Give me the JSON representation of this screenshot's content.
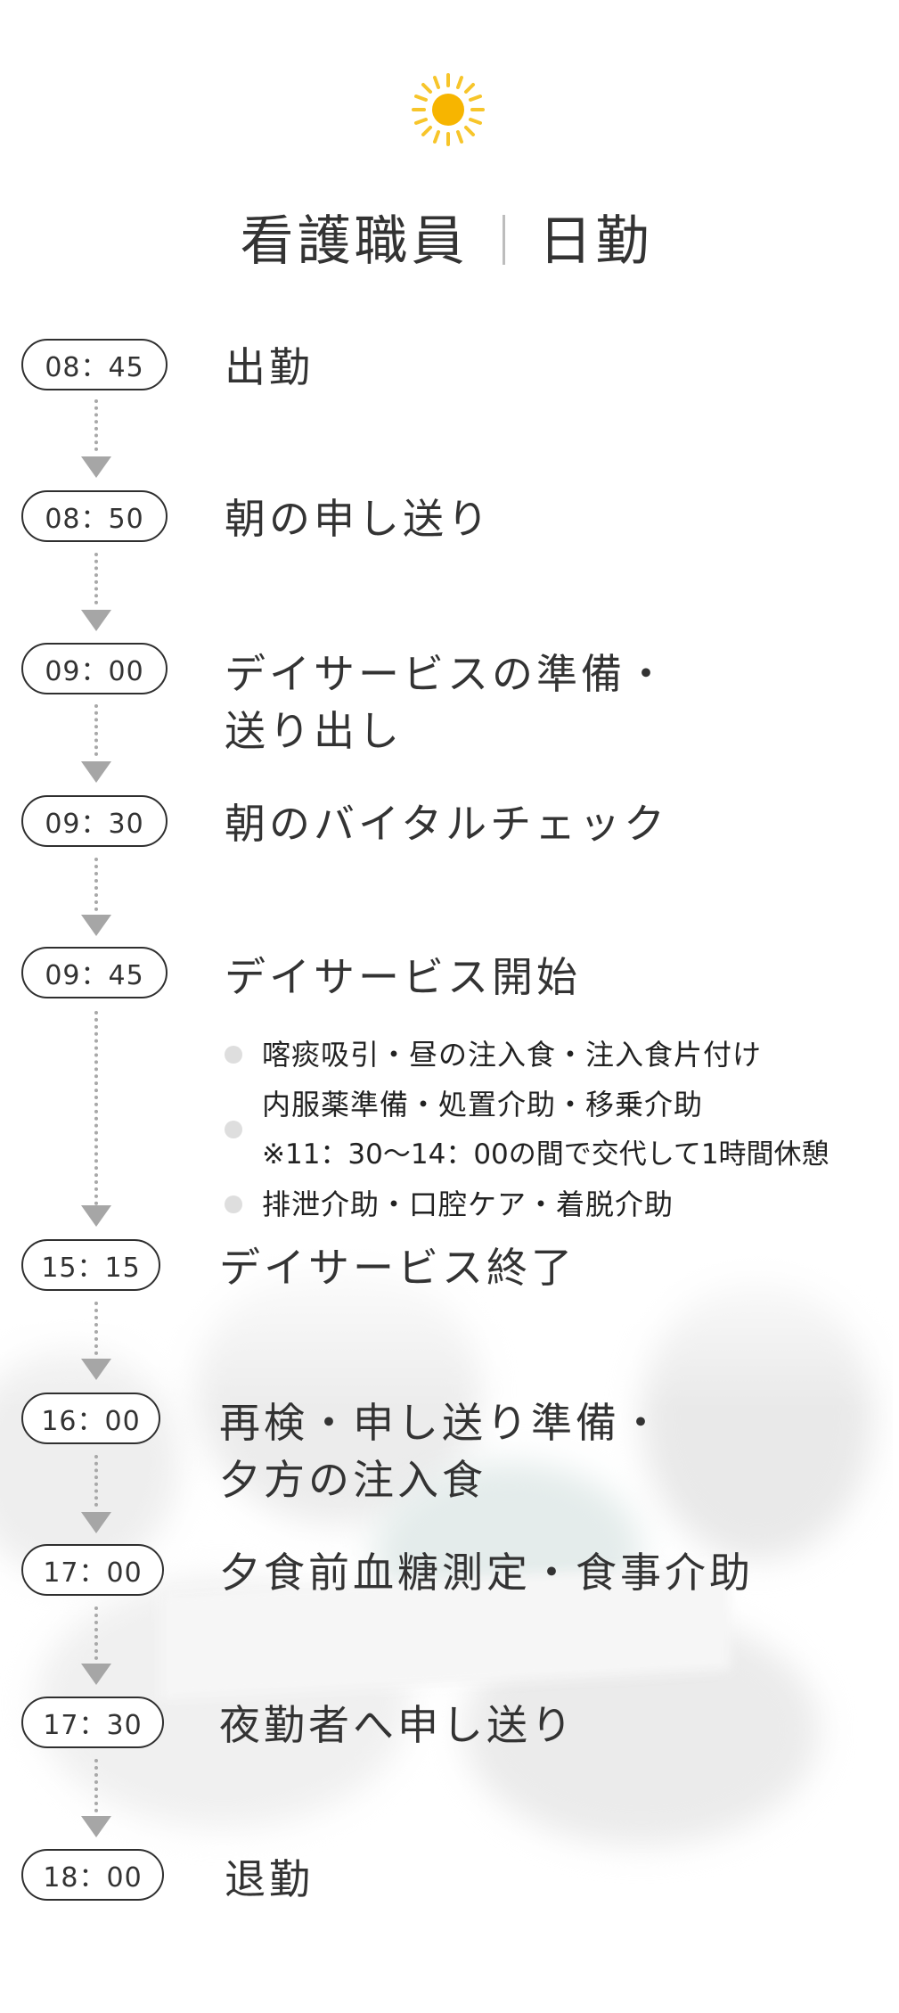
{
  "header": {
    "icon": "sun-icon",
    "job": "看護職員",
    "shift": "日勤"
  },
  "colors": {
    "sun": "#f7b500",
    "sun_rays": "#f7c52a",
    "pill_border": "#2f2f2f",
    "connector": "#a8a8a8",
    "bullet": "#dedede"
  },
  "schedule": [
    {
      "time": "08：45",
      "task": "出勤"
    },
    {
      "time": "08：50",
      "task": "朝の申し送り"
    },
    {
      "time": "09：00",
      "task_line1": "デイサービスの準備・",
      "task_line2": "送り出し"
    },
    {
      "time": "09：30",
      "task": "朝のバイタルチェック"
    },
    {
      "time": "09：45",
      "task": "デイサービス開始"
    },
    {
      "time": "15：15",
      "task": "デイサービス終了"
    },
    {
      "time": "16：00",
      "task_line1": "再検・申し送り準備・",
      "task_line2": "夕方の注入食"
    },
    {
      "time": "17：00",
      "task": "夕食前血糖測定・食事介助"
    },
    {
      "time": "17：30",
      "task": "夜勤者へ申し送り"
    },
    {
      "time": "18：00",
      "task": "退勤"
    }
  ],
  "day_service_details": [
    {
      "text": "喀痰吸引・昼の注入食・注入食片付け"
    },
    {
      "text": "内服薬準備・処置介助・移乗介助",
      "note": "※11：30〜14：00の間で交代して1時間休憩"
    },
    {
      "text": "排泄介助・口腔ケア・着脱介助"
    }
  ]
}
